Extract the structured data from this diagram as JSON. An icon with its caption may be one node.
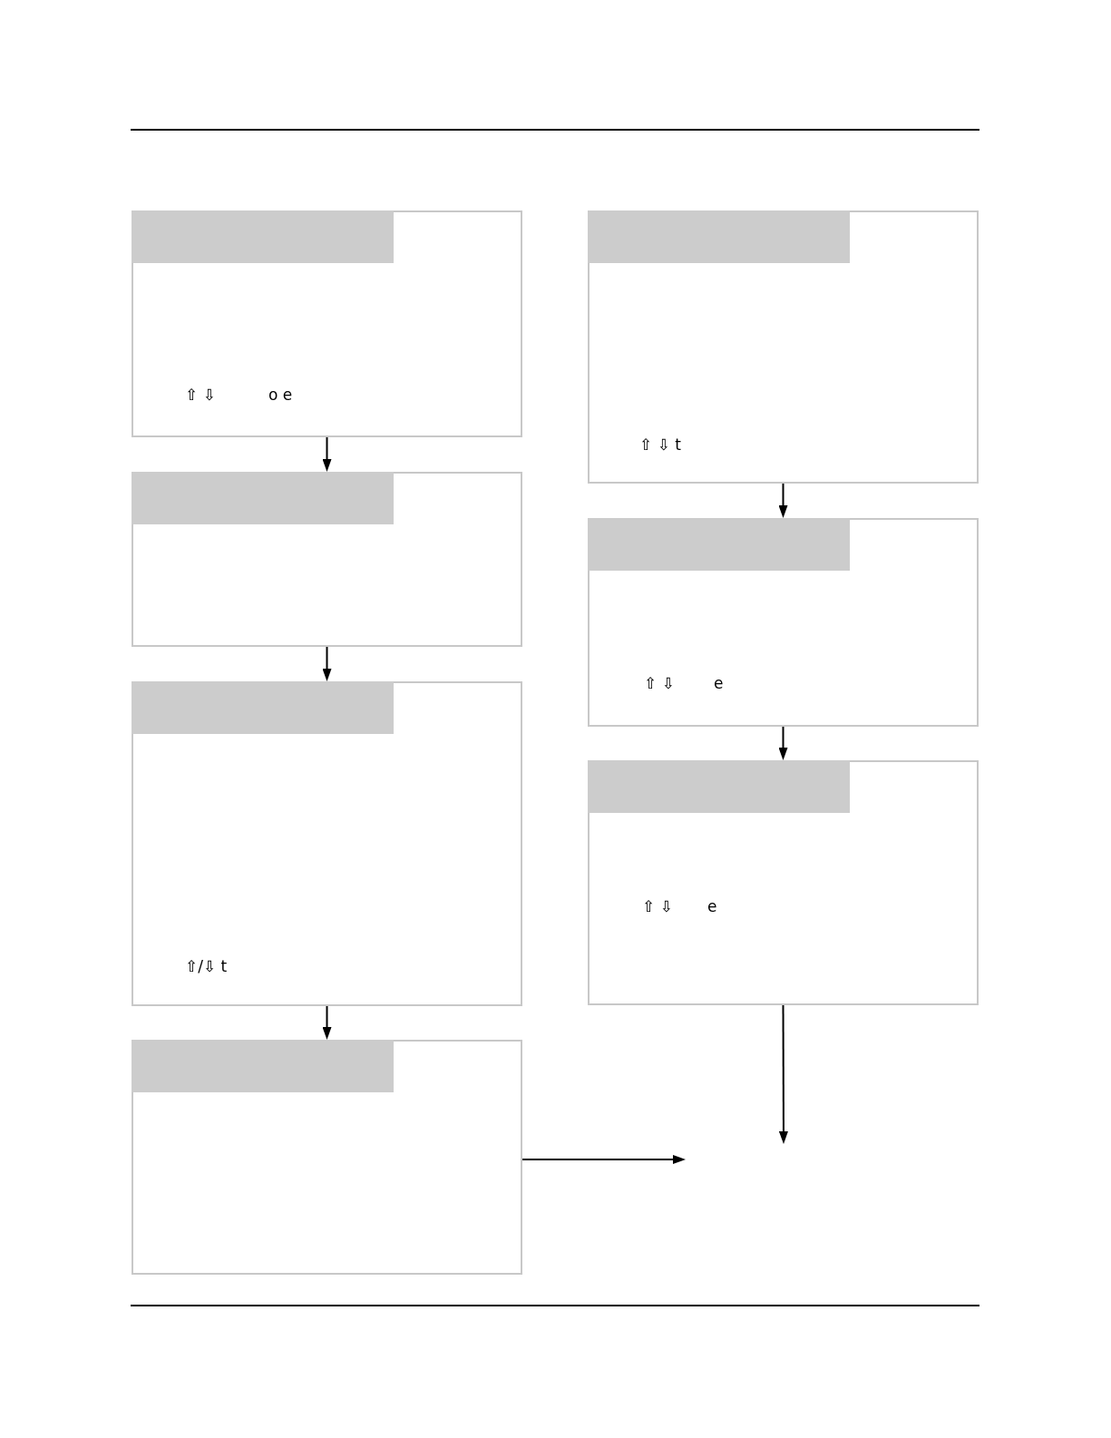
{
  "diagram": {
    "nodes": [
      {
        "text": [
          "⇧ ⇩",
          "o e"
        ]
      },
      {
        "text": [],
        "shape": "box"
      },
      {
        "text": [
          "⇧/⇩ t"
        ]
      },
      {
        "text": [],
        "shape": "box"
      },
      {
        "text": [
          "⇧ ⇩ t"
        ]
      },
      {
        "text": [
          "⇧ ⇩",
          "e"
        ]
      },
      {
        "text": [
          "⇧ ⇩",
          "e"
        ]
      }
    ],
    "edges": [
      {
        "from": 0,
        "to": 1,
        "arrow": "to"
      },
      {
        "from": 1,
        "to": 2,
        "arrow": "to"
      },
      {
        "from": 2,
        "to": 3,
        "arrow": "to"
      },
      {
        "from": 3,
        "to": null,
        "arrow": "to"
      },
      {
        "from": 4,
        "to": 5,
        "arrow": "to"
      },
      {
        "from": 5,
        "to": 6,
        "arrow": "to"
      },
      {
        "from": 6,
        "to": null,
        "arrow": "to"
      }
    ]
  }
}
